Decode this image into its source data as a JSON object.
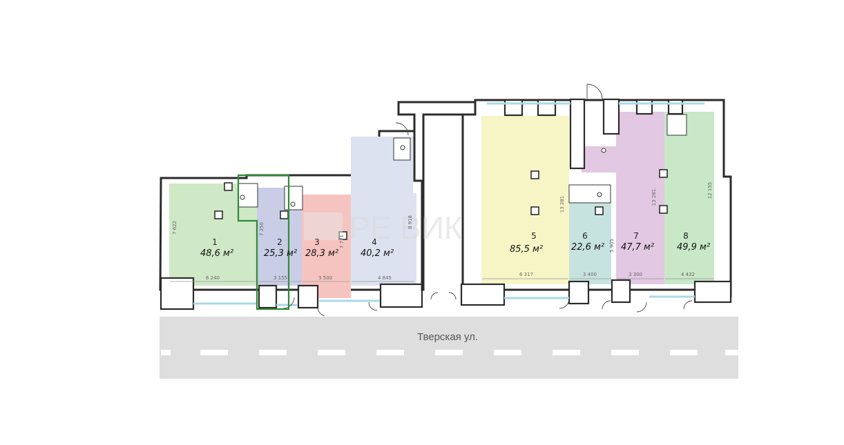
{
  "street": {
    "name": "Тверская ул."
  },
  "watermark": {
    "text": "РЕ  ВИК"
  },
  "rooms": [
    {
      "number": "1",
      "area": "48,6 м²",
      "color": "#cfe8c6",
      "width_dim": "6 240",
      "depth_dim": "7 622"
    },
    {
      "number": "2",
      "area": "25,3 м²",
      "color": "#c9cde6",
      "width_dim": "3 155",
      "depth_dim": "7 250"
    },
    {
      "number": "3",
      "area": "28,3 м²",
      "color": "#f6c4c0",
      "width_dim": "3 500",
      "depth_dim": "7 771"
    },
    {
      "number": "4",
      "area": "40,2 м²",
      "color": "#dde2f0",
      "width_dim": "4 845",
      "depth_dim": "8 918"
    },
    {
      "number": "5",
      "area": "85,5 м²",
      "color": "#f7f5c6",
      "width_dim": "6 317",
      "depth_dim": "13 281"
    },
    {
      "number": "6",
      "area": "22,6 м²",
      "color": "#c7e3df",
      "width_dim": "3 400",
      "depth_dim": "5 905"
    },
    {
      "number": "7",
      "area": "47,7 м²",
      "color": "#e2c8e3",
      "width_dim": "3 300",
      "depth_dim": "13 281"
    },
    {
      "number": "8",
      "area": "49,9 м²",
      "color": "#c8e8c8",
      "width_dim": "4 432",
      "depth_dim": "12 155"
    }
  ],
  "colors": {
    "wall": "#2b2b2b",
    "street": "#dedede",
    "selection": "#2e8b3a",
    "glazing": "#a9d9ea"
  }
}
